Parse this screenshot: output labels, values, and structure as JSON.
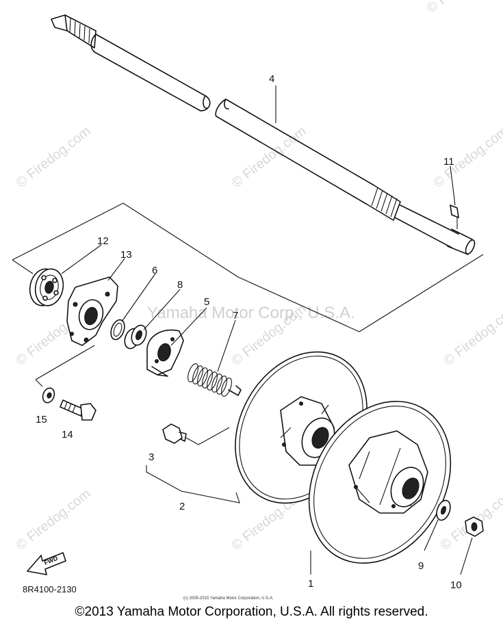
{
  "callouts": {
    "c1": "1",
    "c2": "2",
    "c3": "3",
    "c4": "4",
    "c5": "5",
    "c6": "6",
    "c7": "7",
    "c8": "8",
    "c9": "9",
    "c10": "10",
    "c11": "11",
    "c12": "12",
    "c13": "13",
    "c14": "14",
    "c15": "15"
  },
  "fwd_label": "FWD",
  "part_number": "8R4100-2130",
  "watermark": {
    "site": "© Firedog.com",
    "center": "Yamaha Motor Corp., U.S.A."
  },
  "small_copyright": "(c) 2005-2015 Yamaha Motor Corporation, U.S.A.",
  "copyright": "©2013 Yamaha Motor Corporation, U.S.A. All rights reserved."
}
